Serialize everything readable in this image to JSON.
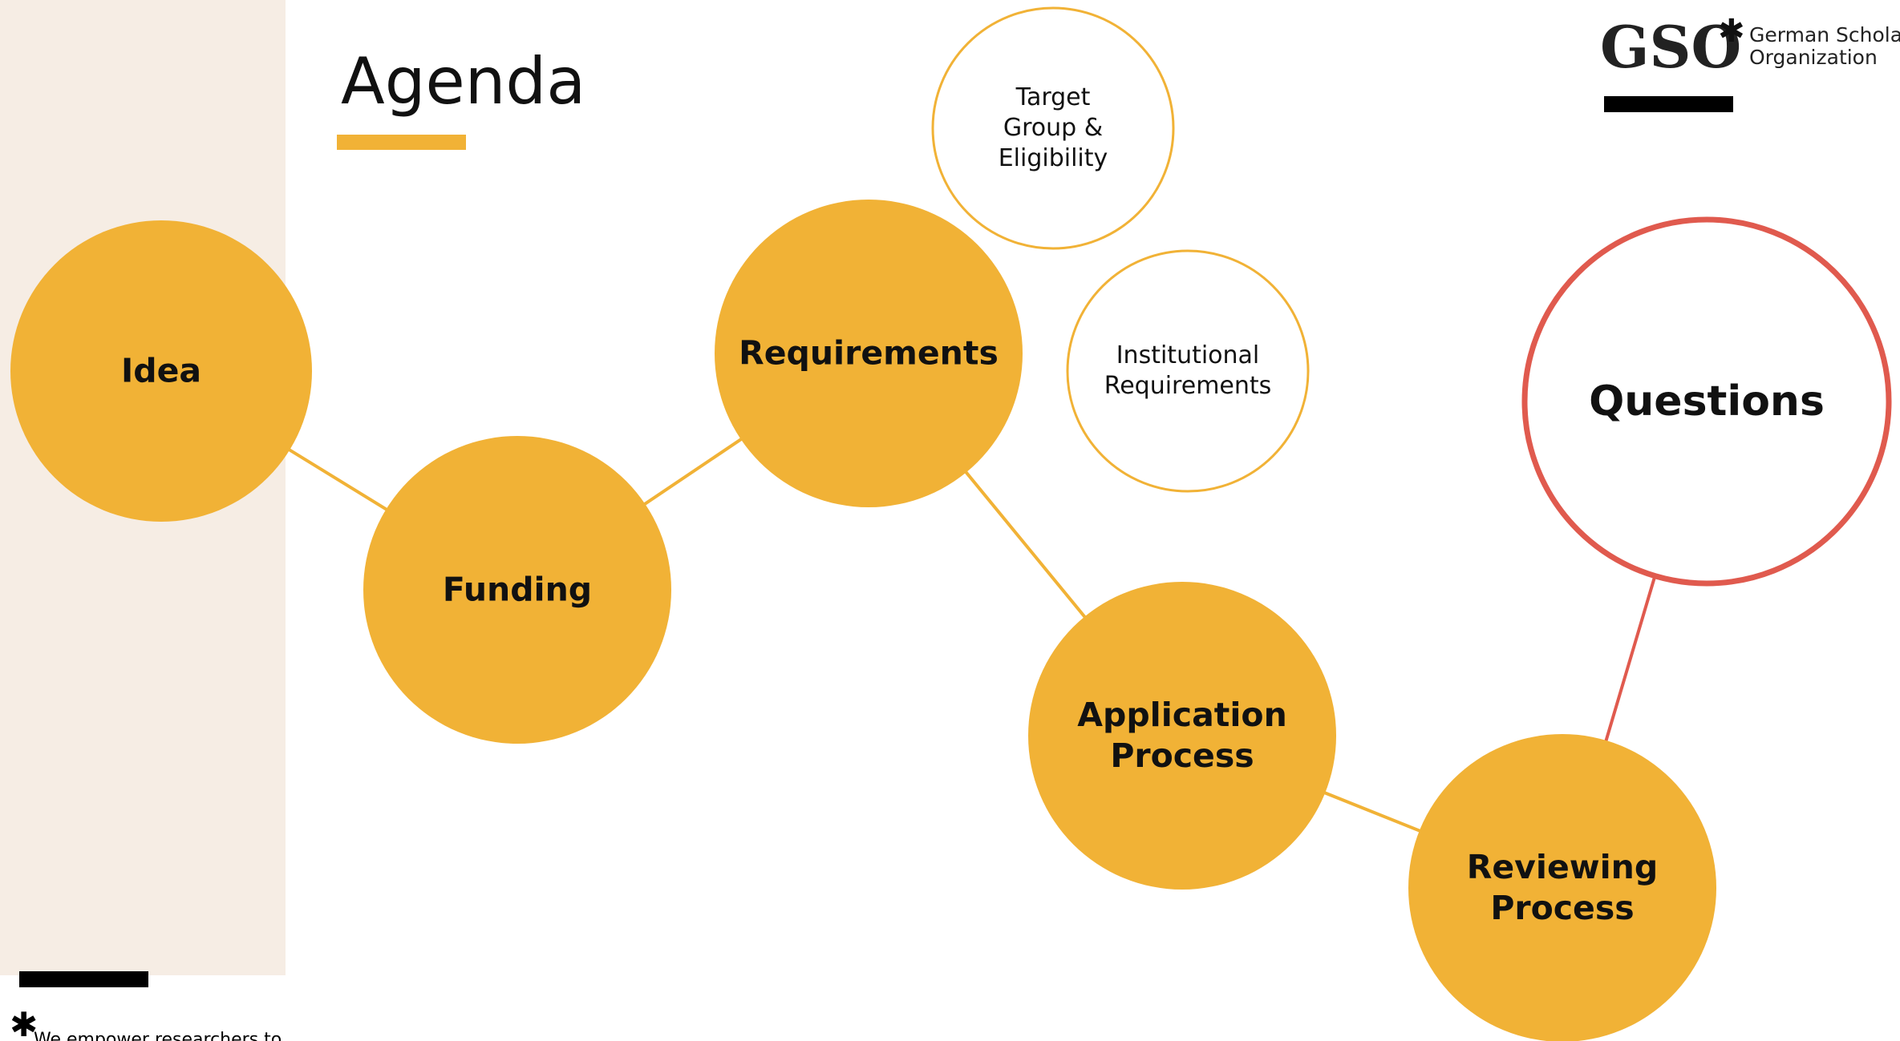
{
  "slide": {
    "title": "Agenda",
    "footer_text": "We empower researchers to"
  },
  "logo": {
    "mark": "GSO",
    "star": "*",
    "line1": "German Schola",
    "line2": "Organization"
  },
  "colors": {
    "accent": "#f1b236",
    "questions": "#e05a4e",
    "sidebar": "#f6ede4",
    "text": "#111111"
  },
  "nodes": [
    {
      "id": "idea",
      "lines": [
        "Idea"
      ],
      "style": "filled"
    },
    {
      "id": "funding",
      "lines": [
        "Funding"
      ],
      "style": "filled"
    },
    {
      "id": "requirements",
      "lines": [
        "Requirements"
      ],
      "style": "filled"
    },
    {
      "id": "target-group",
      "lines": [
        "Target",
        "Group &",
        "Eligibility"
      ],
      "style": "outline"
    },
    {
      "id": "institutional",
      "lines": [
        "Institutional",
        "Requirements"
      ],
      "style": "outline"
    },
    {
      "id": "application",
      "lines": [
        "Application",
        "Process"
      ],
      "style": "filled"
    },
    {
      "id": "reviewing",
      "lines": [
        "Reviewing",
        "Process"
      ],
      "style": "filled"
    },
    {
      "id": "questions",
      "lines": [
        "Questions"
      ],
      "style": "questions"
    }
  ],
  "edges": [
    [
      "idea",
      "funding"
    ],
    [
      "funding",
      "requirements"
    ],
    [
      "requirements",
      "application"
    ],
    [
      "application",
      "reviewing"
    ],
    [
      "reviewing",
      "questions"
    ]
  ]
}
